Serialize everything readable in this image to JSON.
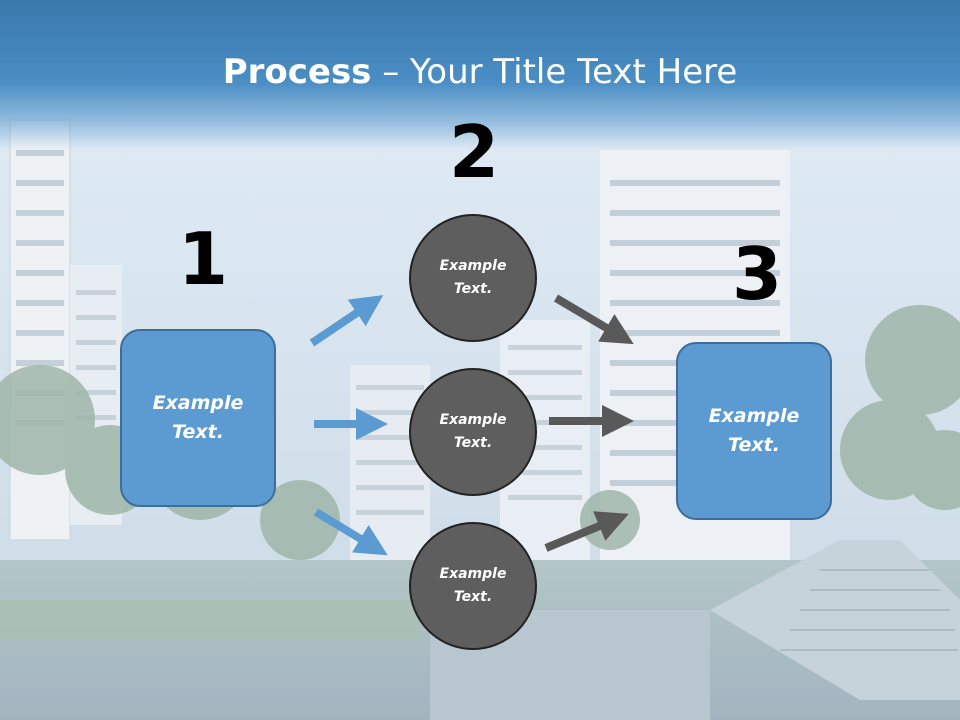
{
  "title": {
    "bold": "Process",
    "rest": " – Your Title Text Here"
  },
  "numbers": [
    "1",
    "2",
    "3"
  ],
  "boxes": [
    "Example Text.",
    "Example Text."
  ],
  "circles": [
    "Example Text.",
    "Example Text.",
    "Example Text."
  ],
  "colors": {
    "title_bar": "#4a8ec5",
    "box_fill": "#5b9bd1",
    "circle_fill": "#5e5e5e",
    "arrow_blue": "#5b9bd1",
    "arrow_gray": "#595959"
  }
}
